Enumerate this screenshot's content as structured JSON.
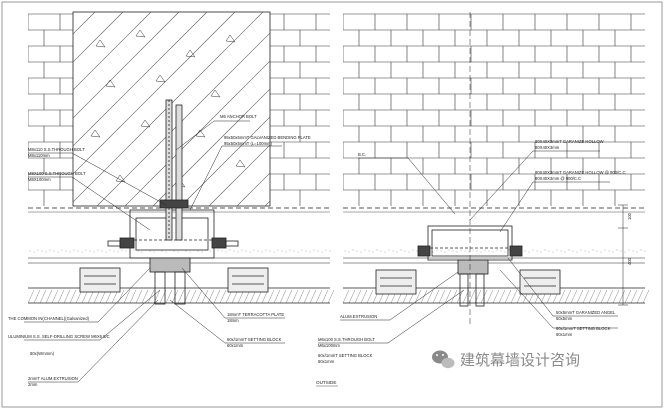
{
  "left_labels": {
    "bolt_m6": [
      "M6 ANCHOR BOLT"
    ],
    "angle": [
      "95x50x5mmT GALVANIZED BENDING PLATE",
      "95x50x5mmT (L=100mm)"
    ],
    "bolt_m8a": [
      "M8x110 S.S.THROUGH BOLT",
      "M8x110mm"
    ],
    "bolt_m8b": [
      "M8X100 S.S.THROUGH BOLT",
      "M8X100mm"
    ],
    "common": [
      "THE COMMON IN(CHANNEL)(Galvanized)"
    ],
    "screw": [
      "ULUMINIUM S.S. SELF-DRILLING SCREW M6X6.5/C"
    ],
    "dim": [
      "80x(Wmmm)"
    ],
    "extrusion": [
      "2mmT ALUM.EXTRUSION",
      "2mm"
    ],
    "plate": [
      "18mmT TERRACOTTA PLATE",
      "18mm"
    ],
    "setting": [
      "60x/1mmT SETTING BLOCK",
      "60x1mm"
    ]
  },
  "right_labels": {
    "note": [
      "B.C."
    ],
    "hollow1": [
      "80X40X3mmT GARANIZE HOLLOW",
      "80X40X3mm"
    ],
    "hollow2": [
      "80X40X3mmT GARANIZE HOLLOW @ 900/C.C",
      "80X40X3mm @ 900/C.C"
    ],
    "extrusion": [
      "ALUM.EXTRUSION"
    ],
    "bolt": [
      "M6x100 S.S.THROUGH BOLT",
      "M6x100mm"
    ],
    "setting": [
      "60x/1mmT SETTING BLOCK",
      "60x1mm"
    ],
    "angle": [
      "50x5mmT GARANIZED ANGEL",
      "50x5mm"
    ],
    "setting2": [
      "60x/1mmT SETTING BLOCK",
      "60x1mm"
    ]
  },
  "dims": [
    "100",
    "400"
  ],
  "caption": "OUTSIDE",
  "watermark": "建筑幕墙设计咨询",
  "colors": {
    "line": "#222222",
    "hatch": "#555555",
    "watermark": "#8a8a8a",
    "border": "#9a9a9a"
  }
}
